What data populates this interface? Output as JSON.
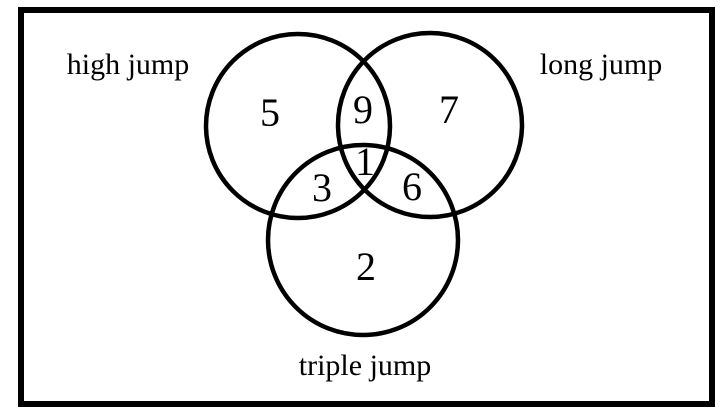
{
  "diagram": {
    "type": "venn",
    "sets": [
      {
        "id": "high-jump",
        "label": "high jump"
      },
      {
        "id": "long-jump",
        "label": "long jump"
      },
      {
        "id": "triple-jump",
        "label": "triple jump"
      }
    ],
    "regions": {
      "high_only": "5",
      "high_long": "9",
      "long_only": "7",
      "high_triple": "3",
      "all_three": "1",
      "long_triple": "6",
      "triple_only": "2"
    },
    "colors": {
      "stroke": "#000000",
      "text": "#000000",
      "background": "#ffffff",
      "frame_border": "#000000"
    }
  }
}
